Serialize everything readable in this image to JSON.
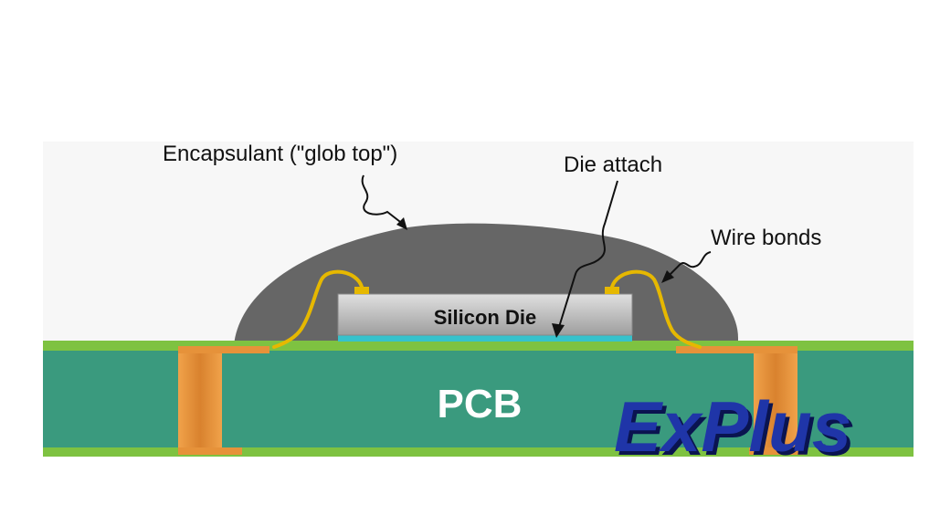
{
  "labels": {
    "encapsulant": "Encapsulant (\"glob top\")",
    "die_attach": "Die attach",
    "wire_bonds": "Wire bonds",
    "silicon_die": "Silicon Die",
    "pcb": "PCB"
  },
  "logo": {
    "text": "ExPlus",
    "color": "#1f35a8"
  },
  "colors": {
    "pcb_body": "#3a9a7e",
    "pcb_trace": "#7ec241",
    "via_copper": "#e6923a",
    "encapsulant": "#666666",
    "die": "#c2c2c2",
    "die_attach": "#36c2cc",
    "wire": "#e6b800"
  }
}
